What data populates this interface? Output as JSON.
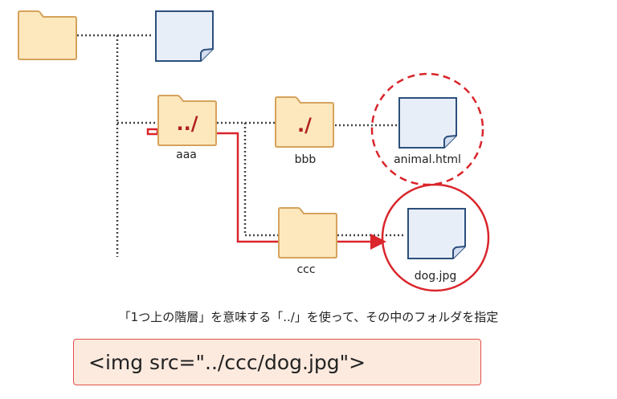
{
  "diagram": {
    "folders": {
      "root": {
        "text": ""
      },
      "aaa": {
        "text": "../",
        "label": "aaa"
      },
      "bbb": {
        "text": "./",
        "label": "bbb"
      },
      "ccc": {
        "text": "",
        "label": "ccc"
      }
    },
    "files": {
      "top_file": {
        "label": ""
      },
      "animal": {
        "label": "animal.html"
      },
      "dog": {
        "label": "dog.jpg"
      }
    },
    "colors": {
      "folder_fill": "#fde8bd",
      "folder_stroke": "#d6a25c",
      "file_fill": "#e8eef8",
      "file_stroke": "#2c4f7c",
      "highlight": "#d9252b",
      "folder_text": "#b01f1f",
      "code_bg": "#fdeadf"
    }
  },
  "caption": "「1つ上の階層」を意味する「../」を使って、その中のフォルダを指定",
  "code": "<img src=\"../ccc/dog.jpg\">"
}
